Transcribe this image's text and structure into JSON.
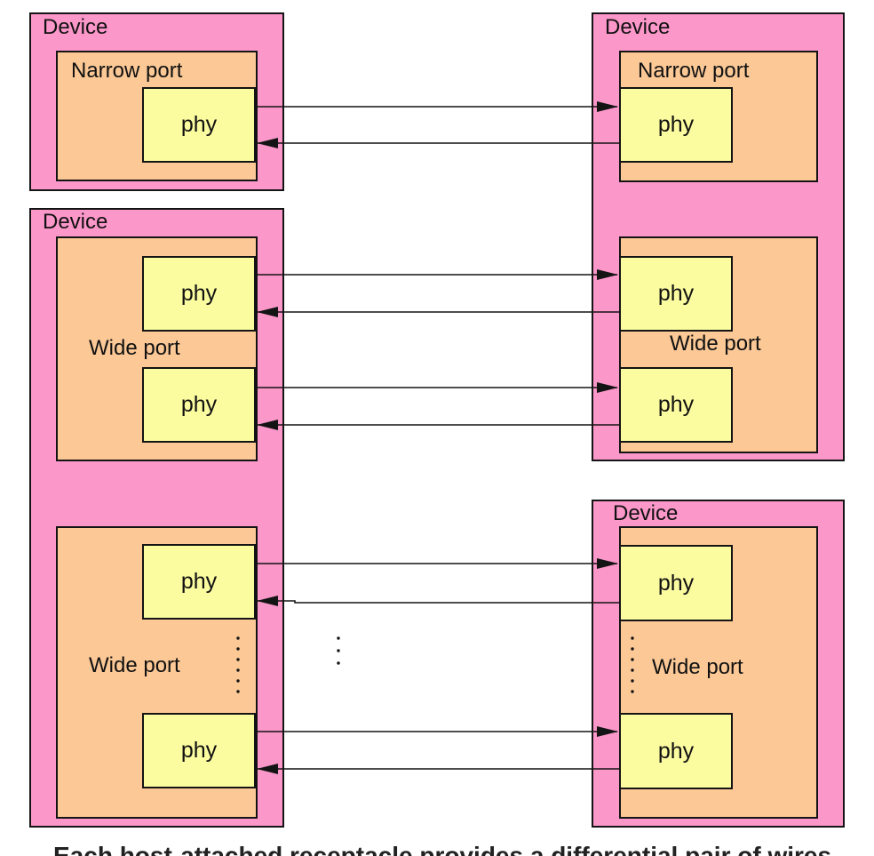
{
  "labels": {
    "device": "Device",
    "narrow_port": "Narrow port",
    "wide_port": "Wide port",
    "phy": "phy"
  },
  "caption": "Each host-attached receptacle provides a differential pair of wires",
  "colors": {
    "device": "#fb97c9",
    "port": "#fbc896",
    "phy": "#fbfba0",
    "line": "#141414"
  }
}
